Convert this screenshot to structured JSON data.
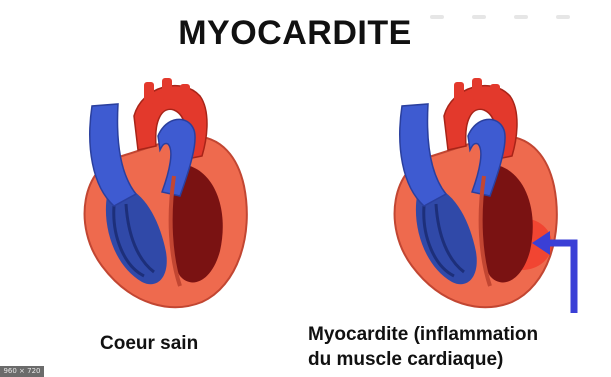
{
  "title": "MYOCARDITE",
  "captions": {
    "healthy": "Coeur sain",
    "myocarditis_line1": "Myocardite (inflammation",
    "myocarditis_line2": "du muscle cardiaque)"
  },
  "corner_badge": "960 × 720",
  "colors": {
    "artery_red": "#e3392c",
    "vein_blue": "#3e5bd1",
    "muscle_orange": "#ee6a4e",
    "chamber_dark": "#7a1212",
    "inflammation_red": "#f23a2a",
    "arrow_blue": "#3a3fd6"
  },
  "icons": {
    "healthy_heart": "heart-anatomy-icon",
    "inflamed_heart": "heart-inflamed-icon",
    "pointer": "arrow-left-icon"
  }
}
